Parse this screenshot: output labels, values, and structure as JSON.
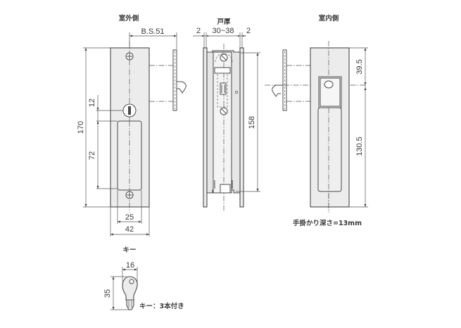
{
  "views": {
    "outdoor": {
      "title": "室外側"
    },
    "edge": {
      "title": "戸厚"
    },
    "indoor": {
      "title": "室内側"
    },
    "key": {
      "title": "キー"
    }
  },
  "dimensions": {
    "backset": "B.S.51",
    "edge_left": "2",
    "door_thickness": "30~38",
    "edge_right": "2",
    "total_height": "170",
    "cylinder_offset": "12",
    "grip_height": "72",
    "grip_width": "25",
    "plate_width": "42",
    "screw_span": "158",
    "indoor_top": "39.5",
    "indoor_bottom": "130.5",
    "key_width": "16",
    "key_length": "35"
  },
  "notes": {
    "grip_depth": "手掛かり深さ=13mm",
    "key_count": "キー：3本付き"
  },
  "colors": {
    "line": "#4a4a4a",
    "fill": "#ececec",
    "text": "#3a3a3a"
  }
}
